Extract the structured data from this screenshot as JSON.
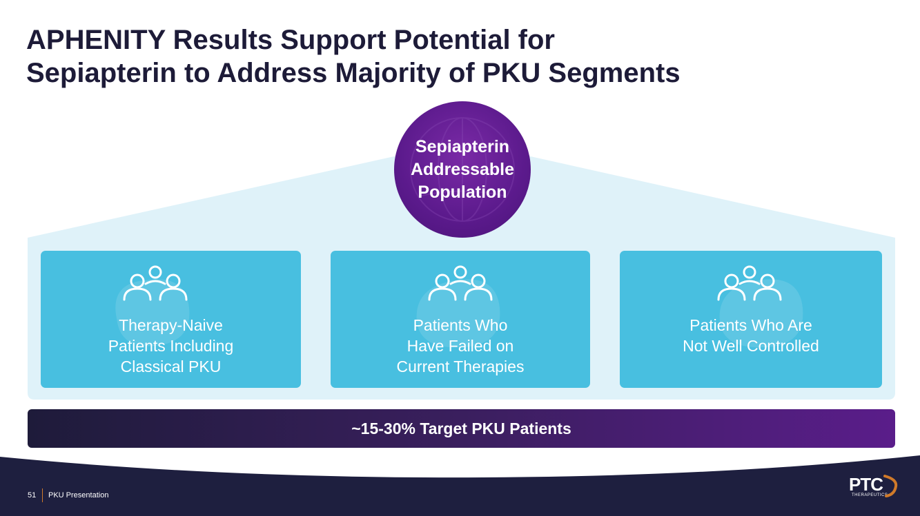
{
  "title": {
    "line1": "APHENITY Results Support Potential for",
    "line2": "Sepiapterin to Address Majority of PKU Segments"
  },
  "center": {
    "line1": "Sepiapterin",
    "line2": "Addressable",
    "line3": "Population"
  },
  "segments": [
    {
      "icon": "people-group-icon",
      "lines": [
        "Therapy-Naive",
        "Patients Including",
        "Classical PKU"
      ]
    },
    {
      "icon": "people-group-icon",
      "lines": [
        "Patients Who",
        "Have Failed on",
        "Current Therapies"
      ]
    },
    {
      "icon": "people-group-icon",
      "lines": [
        "Patients Who Are",
        "Not Well Controlled"
      ]
    }
  ],
  "banner": {
    "text": "~15-30% Target PKU Patients"
  },
  "footer": {
    "page": "51",
    "label": "PKU Presentation",
    "logo_main": "PTC",
    "logo_sub": "THERAPEUTICS"
  },
  "colors": {
    "title": "#1d1b38",
    "card": "#48bfe0",
    "panel": "#dff2f9",
    "circle": "#5b1a8c",
    "footer": "#1e1f3f",
    "accent": "#d07a2a"
  }
}
